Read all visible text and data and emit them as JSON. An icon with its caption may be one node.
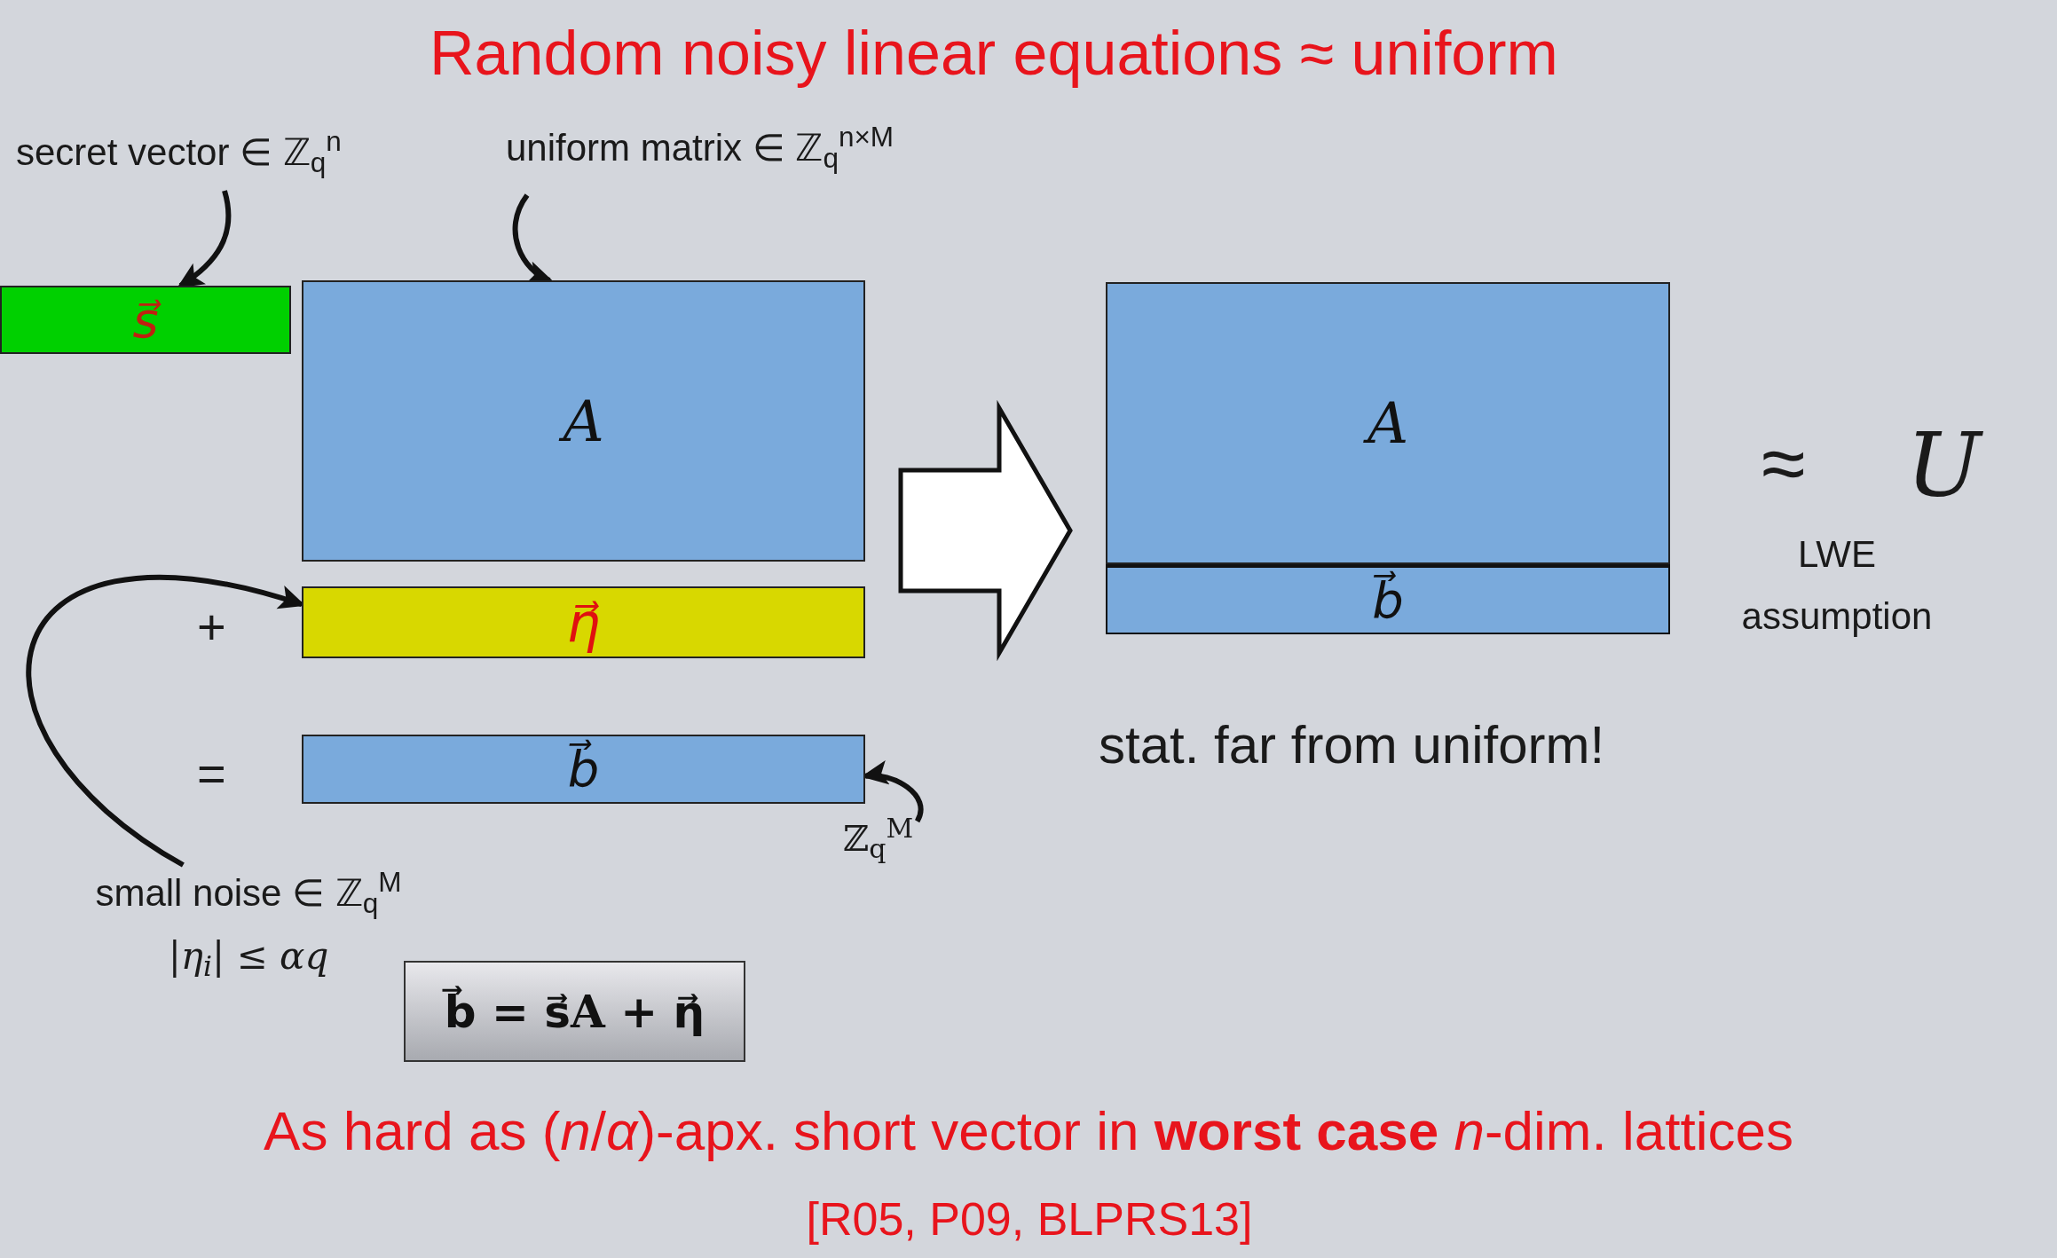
{
  "diagram": {
    "title": "Random noisy linear equations ≈ uniform",
    "nodes": [
      {
        "text": [
          "secret vector ∈ ℤ$_{q}$$^{n}$"
        ]
      },
      {
        "text": [
          "uniform matrix ∈ ℤ$_{q}$$^{n×M}$"
        ]
      },
      {
        "text": [
          "s⃗"
        ]
      },
      {
        "text": [
          "A"
        ]
      },
      {
        "text": [
          "A"
        ]
      },
      {
        "text": [
          "η⃗"
        ]
      },
      {
        "text": [
          "b⃗"
        ]
      },
      {
        "text": [
          "b⃗"
        ]
      },
      {
        "text": [
          "ℤ$_{q}$$^{M}$"
        ]
      },
      {
        "text": [
          "small noise ∈ ℤ$_{q}$$^{M}$",
          "|η$_{i}$| ≤ αq"
        ]
      },
      {
        "text": [
          "b⃗ = s⃗A + η⃗"
        ]
      }
    ],
    "edges": [
      {
        "from": 0,
        "to": 2,
        "arrow": "to"
      },
      {
        "from": 1,
        "to": 3,
        "arrow": "to"
      },
      {
        "from": 9,
        "to": 5,
        "arrow": "to"
      },
      {
        "from": 8,
        "to": 7,
        "arrow": "to"
      },
      {
        "from": 3,
        "to": 4,
        "arrow": "to",
        "style": "thick"
      }
    ],
    "labels": [
      "+",
      "=",
      "≈",
      "U",
      "LWE assumption",
      "stat. far from uniform!",
      "As hard as (*n*/*α*)-apx. short vector in **worst case** *n*-dim. lattices",
      "[R05, P09, BLPRS13]"
    ]
  }
}
